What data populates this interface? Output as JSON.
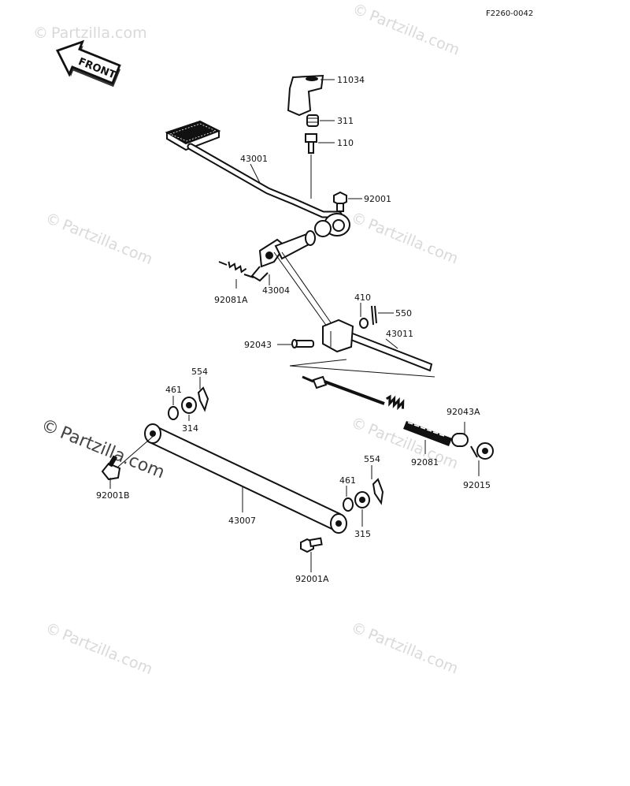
{
  "diagram_code": "F2260-0042",
  "front_label": "FRONT",
  "watermark": "Partzilla.com",
  "watermark_symbol": "©",
  "part_numbers": {
    "p11034": "11034",
    "p311": "311",
    "p110": "110",
    "p43001": "43001",
    "p92001": "92001",
    "p92081A": "92081A",
    "p43004": "43004",
    "p410": "410",
    "p550": "550",
    "p92043": "92043",
    "p43011": "43011",
    "p554_top": "554",
    "p461_top": "461",
    "p314": "314",
    "p92043A": "92043A",
    "p92081": "92081",
    "p92015": "92015",
    "p92001B": "92001B",
    "p554_bottom": "554",
    "p461_bottom": "461",
    "p315": "315",
    "p43007": "43007",
    "p92001A": "92001A"
  },
  "colors": {
    "ink": "#111111",
    "watermark": "#d9d9d9",
    "background": "#ffffff"
  }
}
